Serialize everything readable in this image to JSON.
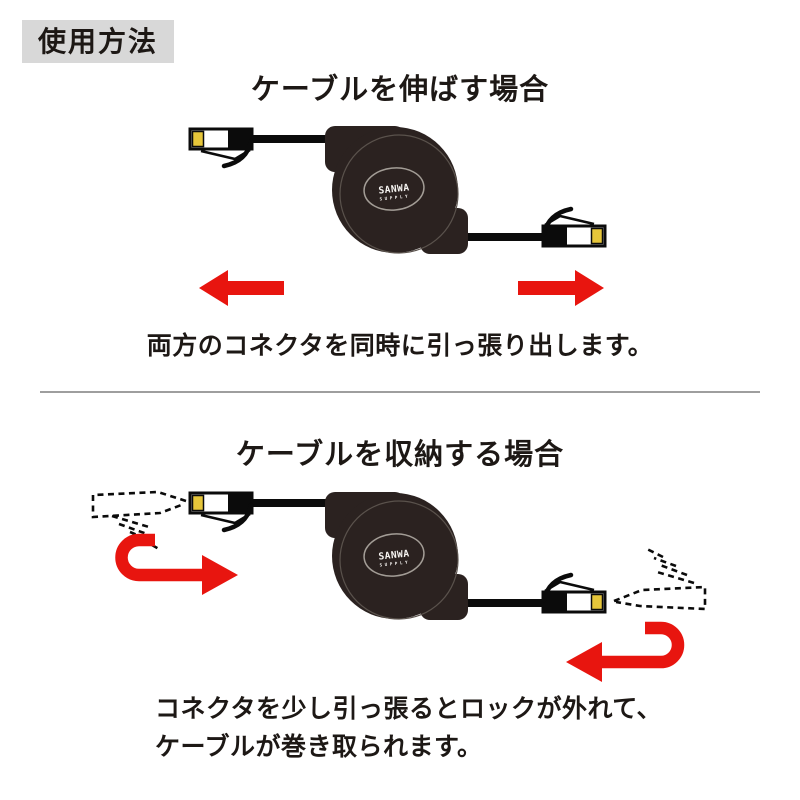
{
  "badge": {
    "label": "使用方法"
  },
  "sections": {
    "extend": {
      "title": "ケーブルを伸ばす場合",
      "caption": "両方のコネクタを同時に引っ張り出します。"
    },
    "retract": {
      "title": "ケーブルを収納する場合",
      "caption_lines": [
        "コネクタを少し引っ張るとロックが外れて、",
        "ケーブルが巻き取られます。"
      ]
    }
  },
  "brand": {
    "name": "SANWA",
    "sub": "SUPPLY"
  },
  "colors": {
    "arrow_red": "#e8150f",
    "reel_body": "#2b2220",
    "reel_seam": "#5a524c",
    "logo_ring": "#a39d96",
    "connector_yellow": "#e6c63a",
    "badge_bg": "#d8d8d8",
    "divider_gray": "#9e9e9e",
    "line_black": "#0b0b0b",
    "text": "#1d1815"
  },
  "icons": {
    "pull-arrow-left": "solid red arrow pointing left",
    "pull-arrow-right": "solid red arrow pointing right",
    "rewind-uturn-right": "red u-turn arrow curling then pointing right",
    "rewind-uturn-left": "red u-turn arrow curling then pointing left",
    "hand-outline": "dashed pinching-hand outline",
    "rj45-connector": "LAN plug with yellow tip and latch",
    "cable-reel": "round retractable cable reel with brand ellipse"
  }
}
